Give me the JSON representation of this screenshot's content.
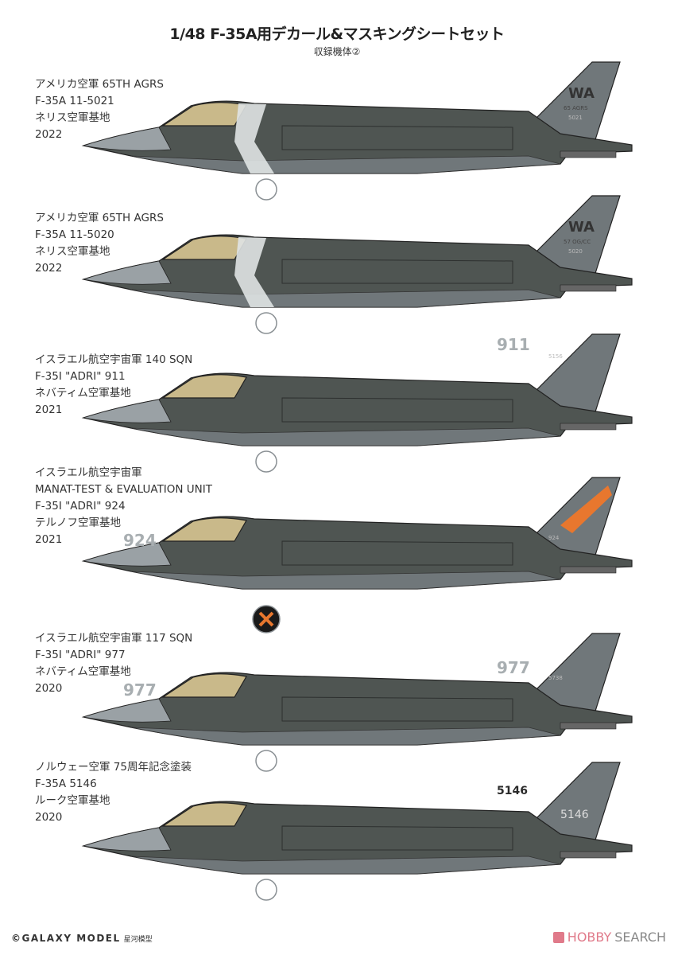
{
  "title": "1/48 F-35A用デカール&マスキングシートセット",
  "subtitle": "収録機体②",
  "entries": [
    {
      "lines": [
        "アメリカ空軍 65TH AGRS",
        "F-35A 11-5021",
        "ネリス空軍基地",
        "2022"
      ],
      "tail": {
        "code": "WA",
        "unit": "65 AGRS",
        "serial": "5021"
      },
      "nose_number": "",
      "insignia": "squadron-patch-icon",
      "accent": "#dfe3e3"
    },
    {
      "lines": [
        "アメリカ空軍 65TH AGRS",
        "F-35A 11-5020",
        "ネリス空軍基地",
        "2022"
      ],
      "tail": {
        "code": "WA",
        "unit": "57 OG/CC",
        "serial": "5020"
      },
      "nose_number": "",
      "insignia": "squadron-patch-icon",
      "accent": "#dfe3e3"
    },
    {
      "lines": [
        "イスラエル航空宇宙軍 140 SQN",
        "F-35I \"ADRI\" 911",
        "ネバティム空軍基地",
        "2021"
      ],
      "tail": {
        "code": "911",
        "unit": "",
        "serial": "5156"
      },
      "nose_number": "",
      "insignia": "eagle-emblem-icon",
      "accent": "#8c9296"
    },
    {
      "lines": [
        "イスラエル航空宇宙軍",
        "MANAT-TEST & EVALUATION UNIT",
        "F-35I \"ADRI\" 924",
        "テルノフ空軍基地",
        "2021"
      ],
      "tail": {
        "code": "",
        "unit": "",
        "serial": "924"
      },
      "nose_number": "924",
      "insignia": "manat-patch-icon",
      "accent": "#e8772e"
    },
    {
      "lines": [
        "イスラエル航空宇宙軍 117 SQN",
        "F-35I \"ADRI\" 977",
        "ネバティム空軍基地",
        "2020"
      ],
      "tail": {
        "code": "977",
        "unit": "",
        "serial": "5738"
      },
      "nose_number": "977",
      "insignia": "squadron-emblem-icon",
      "accent": "#8c9296"
    },
    {
      "lines": [
        "ノルウェー空軍 75周年記念塗装",
        "F-35A 5146",
        "ルーク空軍基地",
        "2020"
      ],
      "tail": {
        "code": "5146",
        "unit": "",
        "serial": "5146"
      },
      "nose_number": "",
      "insignia": "roundel-icon",
      "accent": "#333"
    }
  ],
  "colors": {
    "camo_dark": "#4f5552",
    "camo_mid": "#70777a",
    "camo_light": "#9aa1a5",
    "canopy": "#c9b98a",
    "hobby_search": "#e07a8a"
  },
  "footer": {
    "copyright": "©GALAXY MODEL",
    "copyright_cn": "星河模型",
    "watermark_hobby": "HOBBY",
    "watermark_search": "SEARCH"
  }
}
